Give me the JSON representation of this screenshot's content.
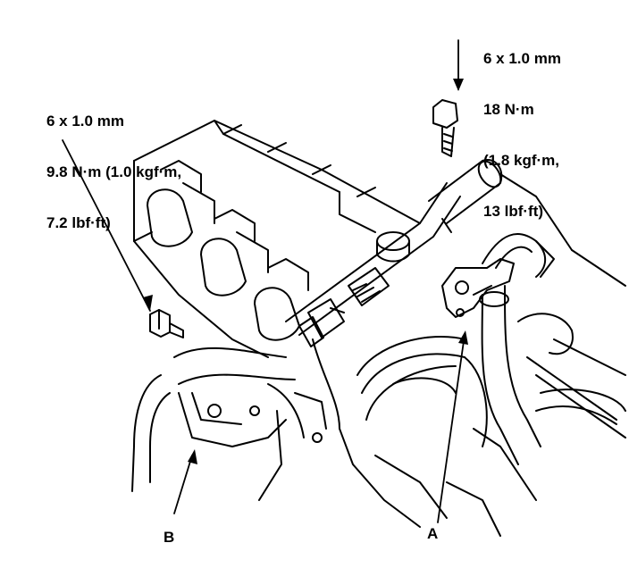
{
  "specs": {
    "left": {
      "size": "6 x 1.0 mm",
      "torque_line1": "9.8 N·m (1.0 kgf·m,",
      "torque_line2": "7.2 lbf·ft)"
    },
    "right": {
      "size": "6 x 1.0 mm",
      "torque_line1": "18 N·m",
      "torque_line2": "(1.8 kgf·m,",
      "torque_line3": "13 lbf·ft)"
    }
  },
  "callouts": {
    "a": "A",
    "b": "B"
  },
  "colors": {
    "ink": "#000000",
    "paper": "#ffffff"
  }
}
